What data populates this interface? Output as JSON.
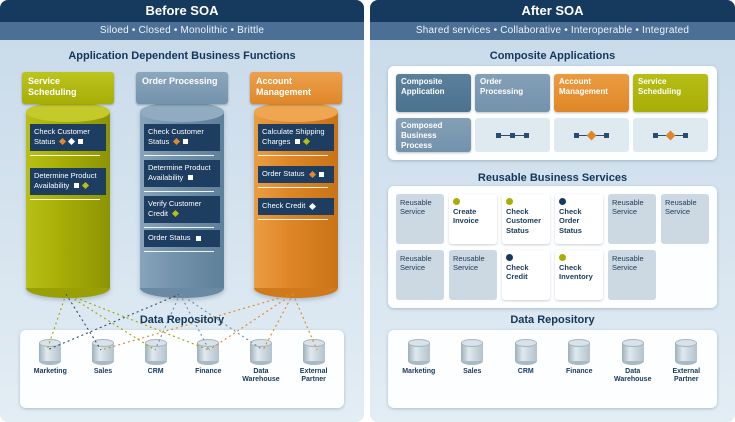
{
  "before": {
    "title": "Before SOA",
    "subtitle": "Siloed • Closed • Monolithic • Brittle",
    "section_title": "Application Dependent Business Functions",
    "silos": [
      {
        "name": "Service Scheduling",
        "items": [
          {
            "label": "Check Customer Status"
          },
          {
            "label": "Determine Product Availability"
          }
        ]
      },
      {
        "name": "Order Processing",
        "items": [
          {
            "label": "Check Customer Status"
          },
          {
            "label": "Determine Product Availability"
          },
          {
            "label": "Verify Customer Credit"
          },
          {
            "label": "Order Status"
          }
        ]
      },
      {
        "name": "Account Management",
        "items": [
          {
            "label": "Calculate Shipping Charges"
          },
          {
            "label": "Order Status"
          },
          {
            "label": "Check Credit"
          }
        ]
      }
    ],
    "repository_title": "Data Repository",
    "stores": [
      "Marketing",
      "Sales",
      "CRM",
      "Finance",
      "Data Warehouse",
      "External Partner"
    ]
  },
  "after": {
    "title": "After SOA",
    "subtitle": "Shared services • Collaborative • Interoperable • Integrated",
    "composite_title": "Composite Applications",
    "composite_apps": [
      "Composite Application",
      "Order Processing",
      "Account Management",
      "Service Scheduling"
    ],
    "composed_process": "Composed Business Process",
    "services_title": "Reusable Business Services",
    "services_row1": [
      "Reusable Service",
      "Create Invoice",
      "Check Customer Status",
      "Check Order Status",
      "Reusable Service",
      "Reusable Service"
    ],
    "services_row2": [
      "Reusable Service",
      "Reusable Service",
      "Check Credit",
      "Check Inventory",
      "Reusable Service"
    ],
    "repository_title": "Data Repository",
    "stores": [
      "Marketing",
      "Sales",
      "CRM",
      "Finance",
      "Data Warehouse",
      "External Partner"
    ]
  },
  "colors": {
    "header_navy": "#16395e",
    "subbar_blue": "#4c7095",
    "olive": "#a7ae05",
    "steel_blue": "#7392ac",
    "teal_blue": "#4b7290",
    "orange": "#df8728",
    "item_navy": "#1d3e60"
  }
}
